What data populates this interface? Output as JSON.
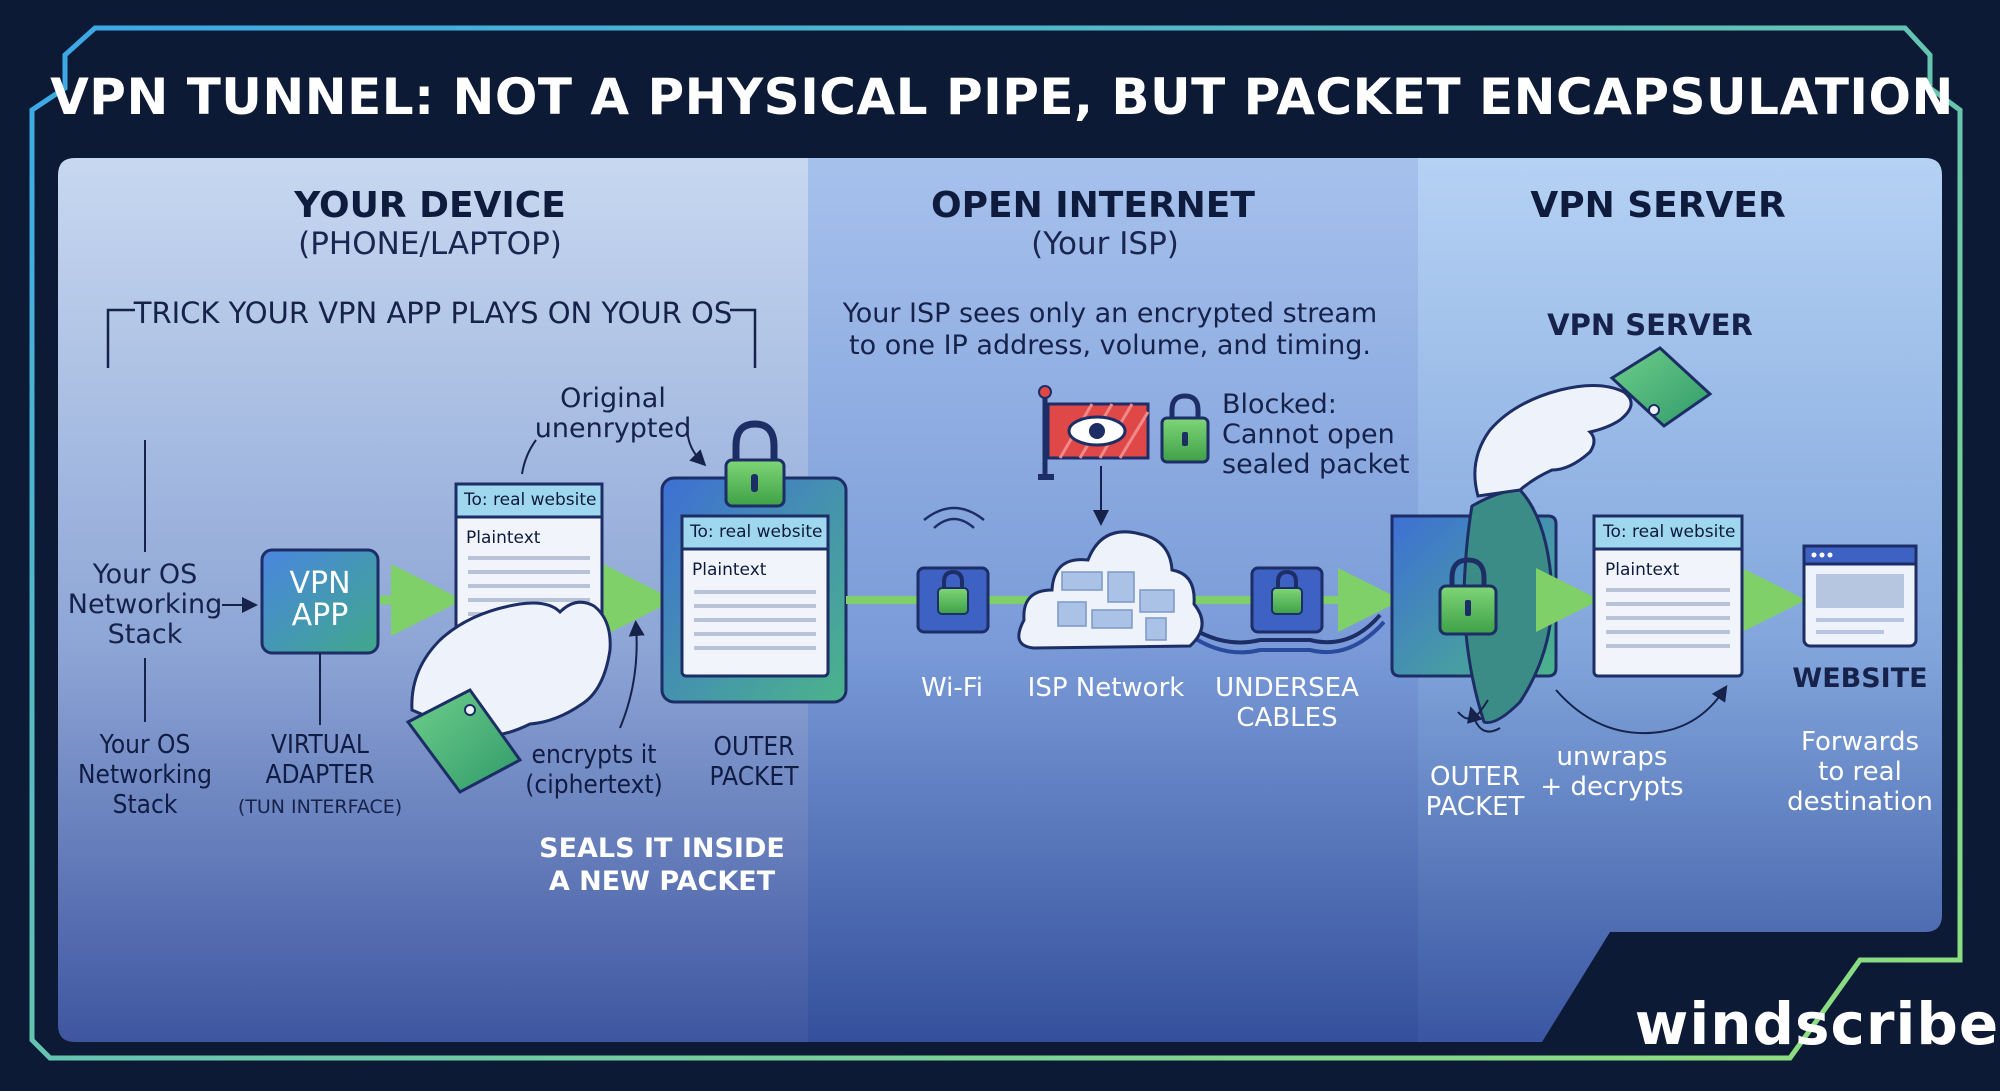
{
  "title": "VPN TUNNEL: NOT A PHYSICAL PIPE, BUT PACKET ENCAPSULATION",
  "sections": {
    "device": {
      "heading": "YOUR DEVICE",
      "sub": "(PHONE/LAPTOP)"
    },
    "internet": {
      "heading": "OPEN INTERNET",
      "sub": "(Your ISP)"
    },
    "server": {
      "heading": "VPN SERVER"
    }
  },
  "device": {
    "trick_label": "TRICK YOUR VPN APP PLAYS ON YOUR OS",
    "os_stack_top": [
      "Your OS",
      "Networking",
      "Stack"
    ],
    "os_stack_bottom": [
      "Your OS",
      "Networking",
      "Stack"
    ],
    "vpn_app": [
      "VPN",
      "APP"
    ],
    "virtual_adapter": [
      "VIRTUAL",
      "ADAPTER"
    ],
    "tun_interface": "(TUN INTERFACE)",
    "original_note": [
      "Original",
      "unenrypted"
    ],
    "encrypts_note": [
      "encrypts it",
      "(ciphertext)"
    ],
    "outer_packet": [
      "OUTER",
      "PACKET"
    ],
    "seals_note": [
      "SEALS IT INSIDE",
      "A NEW PACKET"
    ]
  },
  "packet": {
    "to": "To: real website",
    "body": "Plaintext"
  },
  "internet": {
    "isp_note": [
      "Your ISP sees only an encrypted stream",
      "to one IP address, volume, and timing."
    ],
    "blocked": [
      "Blocked:",
      "Cannot open",
      "sealed packet"
    ],
    "wifi": "Wi-Fi",
    "isp_network": "ISP Network",
    "undersea": [
      "UNDERSEA",
      "CABLES"
    ]
  },
  "server": {
    "label": "VPN SERVER",
    "outer_packet": [
      "OUTER",
      "PACKET"
    ],
    "unwraps": [
      "unwraps",
      "+ decrypts"
    ],
    "website": "WEBSITE",
    "forwards": [
      "Forwards",
      "to real",
      "destination"
    ]
  },
  "brand": "windscribe",
  "colors": {
    "background": "#0d1a36",
    "frame_start": "#3aa8e8",
    "frame_end": "#8fe07a",
    "accent_green": "#5fbf5a",
    "blocked_red": "#e04848",
    "app_blue": "#3a6fd0"
  }
}
